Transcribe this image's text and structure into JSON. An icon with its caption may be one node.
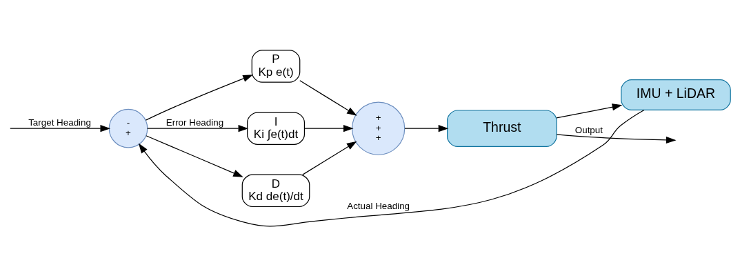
{
  "diagram": {
    "nodes": [
      {
        "text": [
          "-",
          "+"
        ]
      },
      {
        "text": [
          "P",
          "Kp e(t)"
        ]
      },
      {
        "text": [
          "I",
          "Ki ∫e(t)dt"
        ]
      },
      {
        "text": [
          "D",
          "Kd de(t)/dt"
        ]
      },
      {
        "text": [
          "+",
          "+",
          "+"
        ]
      },
      {
        "text": [
          "Thrust"
        ]
      },
      {
        "text": [
          "IMU + LiDAR"
        ]
      }
    ],
    "edges": [
      {
        "from": null,
        "to": 0,
        "arrow": "to",
        "label": "Target Heading"
      },
      {
        "from": 0,
        "to": 1,
        "arrow": "to"
      },
      {
        "from": 0,
        "to": 2,
        "arrow": "to",
        "label": "Error Heading"
      },
      {
        "from": 0,
        "to": 3,
        "arrow": "to"
      },
      {
        "from": 1,
        "to": 4,
        "arrow": "to"
      },
      {
        "from": 2,
        "to": 4,
        "arrow": "to"
      },
      {
        "from": 3,
        "to": 4,
        "arrow": "to"
      },
      {
        "from": 4,
        "to": 5,
        "arrow": "to"
      },
      {
        "from": 5,
        "to": null,
        "arrow": "to",
        "label": "Output"
      },
      {
        "from": 5,
        "to": 6,
        "arrow": "to"
      },
      {
        "from": 6,
        "to": 0,
        "arrow": "to",
        "label": "Actual Heading"
      }
    ]
  }
}
